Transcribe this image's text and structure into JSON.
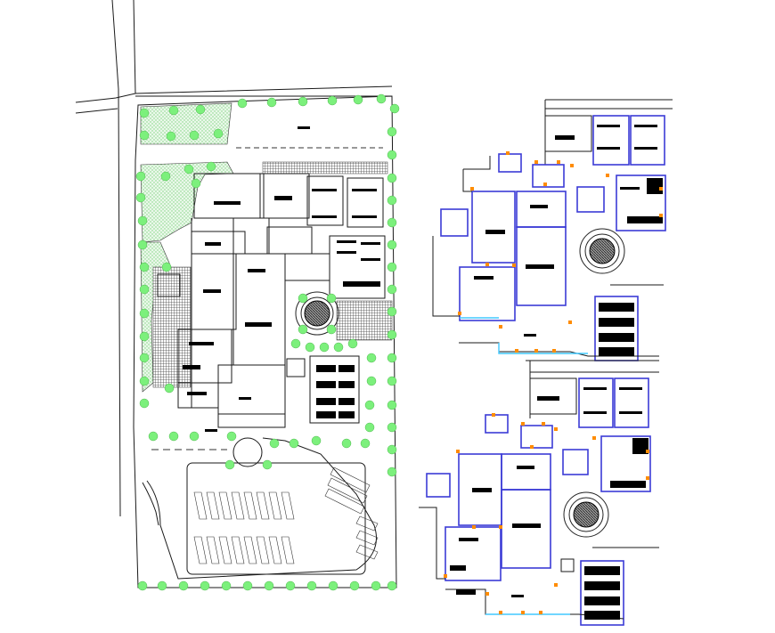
{
  "drawing": {
    "colors": {
      "background": "#ffffff",
      "linework": "#1a1a1a",
      "floor_plan_outline": "#3b3bd6",
      "vegetation": "#7cf07c",
      "landscape_hatch": "#c8f0c8",
      "openings": "#ff8c00",
      "glazing": "#40c8ff",
      "pavement_hatch": "#555555"
    },
    "icons": {
      "tree": "circle-tree-icon",
      "fountain": "circular-fountain-icon",
      "parking": "parking-stall-icon"
    },
    "sheets": [
      "site-plan",
      "upper-floor-plan",
      "lower-floor-plan"
    ]
  }
}
